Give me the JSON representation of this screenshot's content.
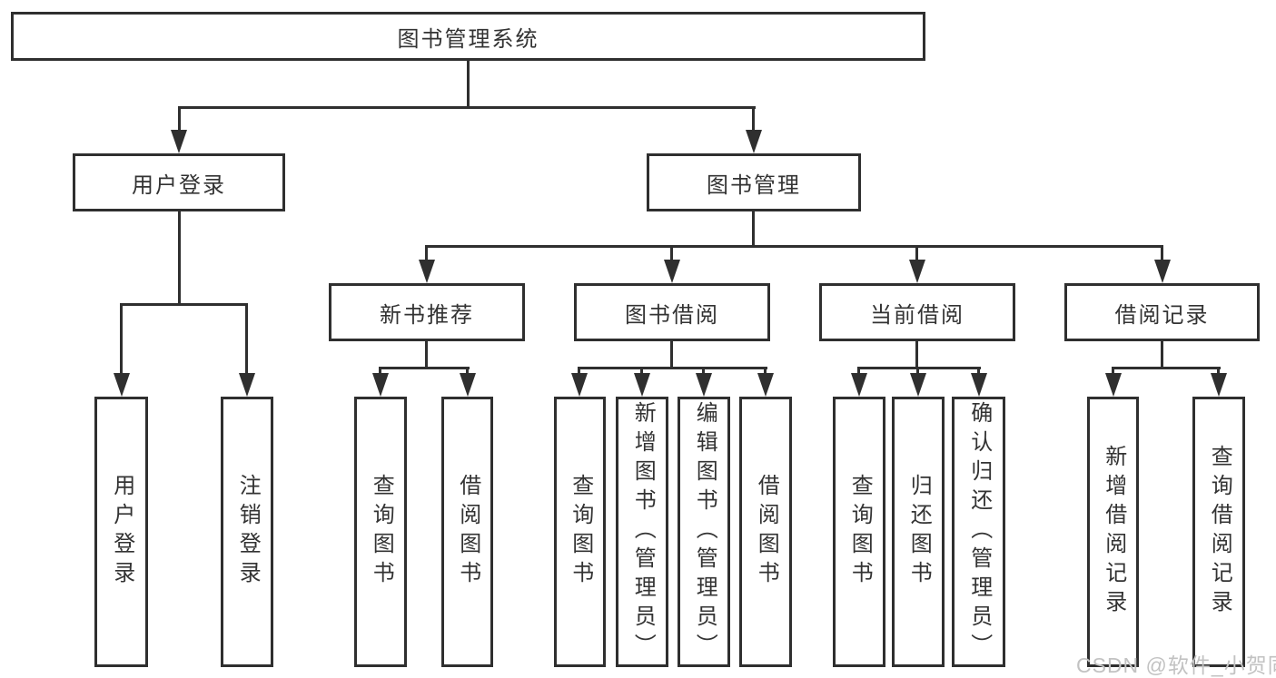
{
  "tree": {
    "root": {
      "label": "图书管理系统",
      "children": [
        {
          "label": "用户登录",
          "children": [
            {
              "label": "用户登录"
            },
            {
              "label": "注销登录"
            }
          ]
        },
        {
          "label": "图书管理",
          "children": [
            {
              "label": "新书推荐",
              "children": [
                {
                  "label": "查询图书"
                },
                {
                  "label": "借阅图书"
                }
              ]
            },
            {
              "label": "图书借阅",
              "children": [
                {
                  "label": "查询图书"
                },
                {
                  "label": "新增图书（管理员）"
                },
                {
                  "label": "编辑图书（管理员）"
                },
                {
                  "label": "借阅图书"
                }
              ]
            },
            {
              "label": "当前借阅",
              "children": [
                {
                  "label": "查询图书"
                },
                {
                  "label": "归还图书"
                },
                {
                  "label": "确认归还（管理员）"
                }
              ]
            },
            {
              "label": "借阅记录",
              "children": [
                {
                  "label": "新增借阅记录"
                },
                {
                  "label": "查询借阅记录"
                }
              ]
            }
          ]
        }
      ]
    }
  },
  "watermark": {
    "text": "CSDN @软件_小贺同学"
  },
  "colors": {
    "line": "#2f2f2f",
    "text": "#333333",
    "watermark": "#c2c2c2",
    "background": "#ffffff"
  }
}
